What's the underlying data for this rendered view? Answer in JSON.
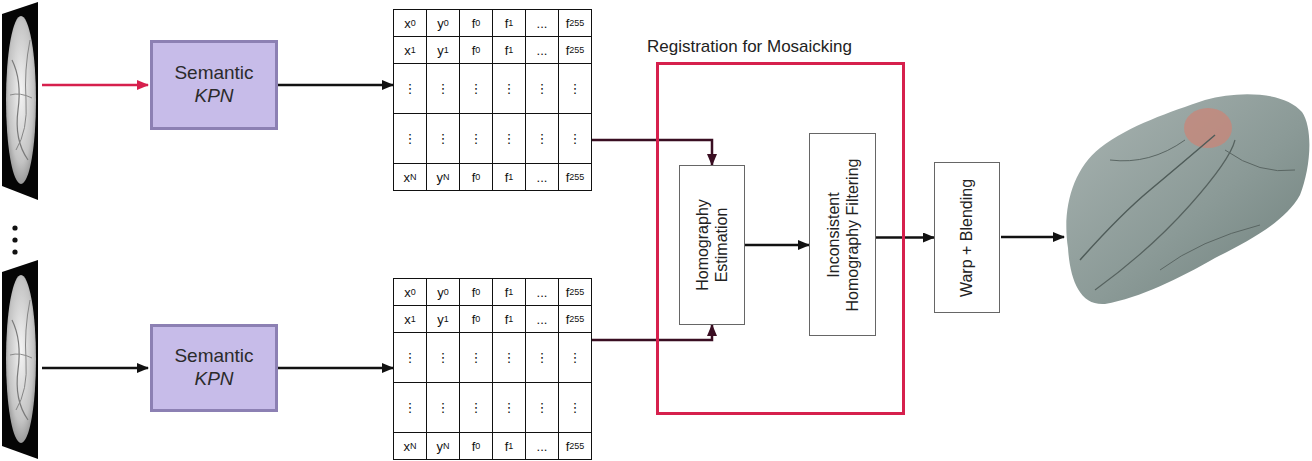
{
  "diagram": {
    "nodes": [
      {
        "text": [
          "Semantic KPN"
        ]
      },
      {
        "text": [
          "x0",
          "y0",
          "f0",
          "f1",
          "...",
          "f255",
          "x1",
          "y1",
          "f0",
          "f1",
          "...",
          "f255",
          "⋮",
          "⋮",
          "⋮",
          "⋮",
          "⋮",
          "⋮",
          "⋮",
          "⋮",
          "⋮",
          "⋮",
          "⋮",
          "⋮",
          "xN",
          "yN",
          "f0",
          "f1",
          "...",
          "f255"
        ]
      },
      {
        "text": [
          "Semantic KPN"
        ]
      },
      {
        "text": [
          "x0",
          "y0",
          "f0",
          "f1",
          "...",
          "f255",
          "x1",
          "y1",
          "f0",
          "f1",
          "...",
          "f255",
          "⋮",
          "⋮",
          "⋮",
          "⋮",
          "⋮",
          "⋮",
          "⋮",
          "⋮",
          "⋮",
          "⋮",
          "⋮",
          "⋮",
          "xN",
          "yN",
          "f0",
          "f1",
          "...",
          "f255"
        ]
      },
      {
        "text": [
          "Registration for Mosaicking"
        ]
      },
      {
        "text": [
          "Homography Estimation"
        ],
        "in": 4
      },
      {
        "text": [
          "Inconsistent Homography Filtering"
        ],
        "in": 4
      },
      {
        "text": [
          "Warp + Blending"
        ]
      }
    ],
    "edges": [
      {
        "from": 0,
        "to": 1,
        "arrow": "to"
      },
      {
        "from": 2,
        "to": 3,
        "arrow": "to"
      },
      {
        "from": 1,
        "to": 5,
        "arrow": "to"
      },
      {
        "from": 3,
        "to": 5,
        "arrow": "to"
      },
      {
        "from": 5,
        "to": 6,
        "arrow": "to"
      },
      {
        "from": 6,
        "to": 7,
        "arrow": "to"
      }
    ]
  }
}
